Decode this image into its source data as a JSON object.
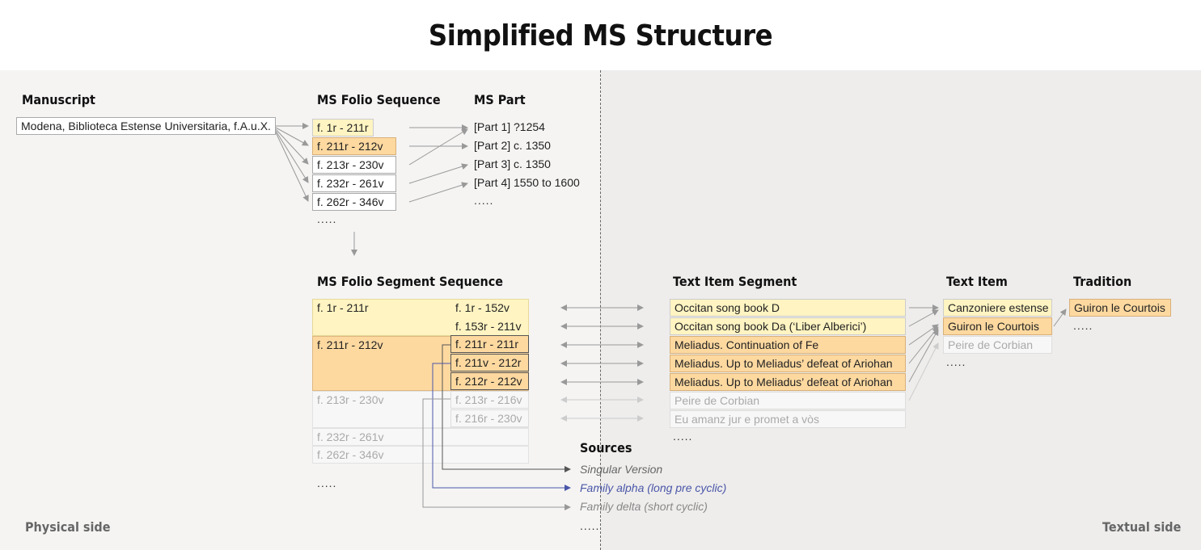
{
  "title": "Simplified MS Structure",
  "headers": {
    "manuscript": "Manuscript",
    "folio_sequence": "MS Folio Sequence",
    "ms_part": "MS Part",
    "segment_sequence": "MS Folio Segment Sequence",
    "text_item_segment": "Text Item Segment",
    "text_item": "Text Item",
    "tradition": "Tradition",
    "sources": "Sources"
  },
  "manuscript": "Modena, Biblioteca Estense Universitaria, f.A.u.X.",
  "folio_sequence": [
    "f. 1r - 211r",
    "f. 211r - 212v",
    "f. 213r - 230v",
    "f. 232r - 261v",
    "f. 262r - 346v"
  ],
  "ms_parts": [
    "[Part 1] ?1254",
    "[Part 2] c. 1350",
    "[Part 3] c. 1350",
    "[Part 4] 1550 to 1600"
  ],
  "segment_groups": [
    "f. 1r - 211r",
    "f. 211r - 212v",
    "f. 213r - 230v",
    "f. 232r - 261v",
    "f. 262r - 346v"
  ],
  "segments": [
    "f. 1r - 152v",
    "f. 153r - 211v",
    "f. 211r - 211r",
    "f. 211v - 212r",
    "f. 212r - 212v",
    "f. 213r - 216v",
    "f. 216r - 230v"
  ],
  "text_item_segments": [
    "Occitan song book D",
    "Occitan song book Da (‘Liber Alberici’)",
    "Meliadus. Continuation of Fe",
    "Meliadus. Up to Meliadus’ defeat of Ariohan",
    "Meliadus. Up to Meliadus’ defeat of Ariohan",
    "Peire de Corbian",
    "Eu amanz jur e promet a vòs"
  ],
  "text_items": [
    "Canzoniere estense",
    "Guiron le Courtois",
    "Peire de Corbian"
  ],
  "traditions": [
    "Guiron le Courtois"
  ],
  "sources": [
    "Singular Version",
    "Family alpha (long pre cyclic)",
    "Family delta (short cyclic)"
  ],
  "ellipsis": ".....",
  "sides": {
    "physical": "Physical side",
    "textual": "Textual side"
  },
  "colors": {
    "yellow": "#fff4c2",
    "orange": "#fdd9a0",
    "alpha_link": "#4a56a8",
    "arrow": "#999999"
  }
}
